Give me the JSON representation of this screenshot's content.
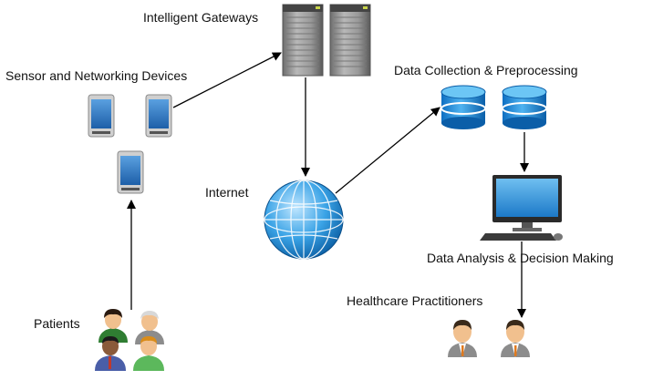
{
  "labels": {
    "gateways": "Intelligent Gateways",
    "sensors": "Sensor and Networking Devices",
    "collection": "Data Collection & Preprocessing",
    "internet": "Internet",
    "analysis": "Data Analysis & Decision Making",
    "practitioners": "Healthcare Practitioners",
    "patients": "Patients"
  },
  "icons": {
    "server": "server-icon",
    "phone": "phone-icon",
    "database": "database-icon",
    "globe": "globe-icon",
    "monitor": "computer-monitor-icon",
    "person": "person-icon"
  }
}
